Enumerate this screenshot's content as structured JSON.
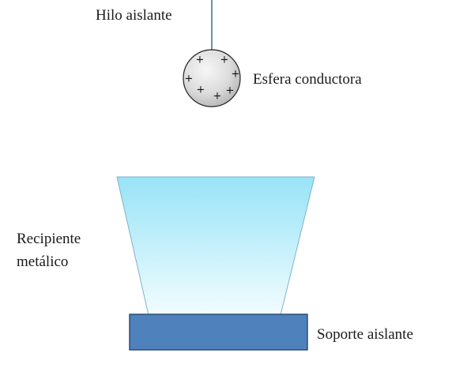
{
  "labels": {
    "thread": "Hilo aislante",
    "sphere": "Esfera conductora",
    "container_line1": "Recipiente",
    "container_line2": "metálico",
    "support": "Soporte aislante"
  },
  "charges": {
    "symbol": "+",
    "count": 7
  },
  "colors": {
    "thread": "#3b6b8f",
    "sphere_light": "#f4f4f4",
    "sphere_dark": "#bdbdbd",
    "container_top": "#9ee6f8",
    "container_bottom": "#eefbfd",
    "container_stroke": "#7fb3c8",
    "support_fill": "#4f81bd",
    "support_stroke": "#2c4d75"
  }
}
